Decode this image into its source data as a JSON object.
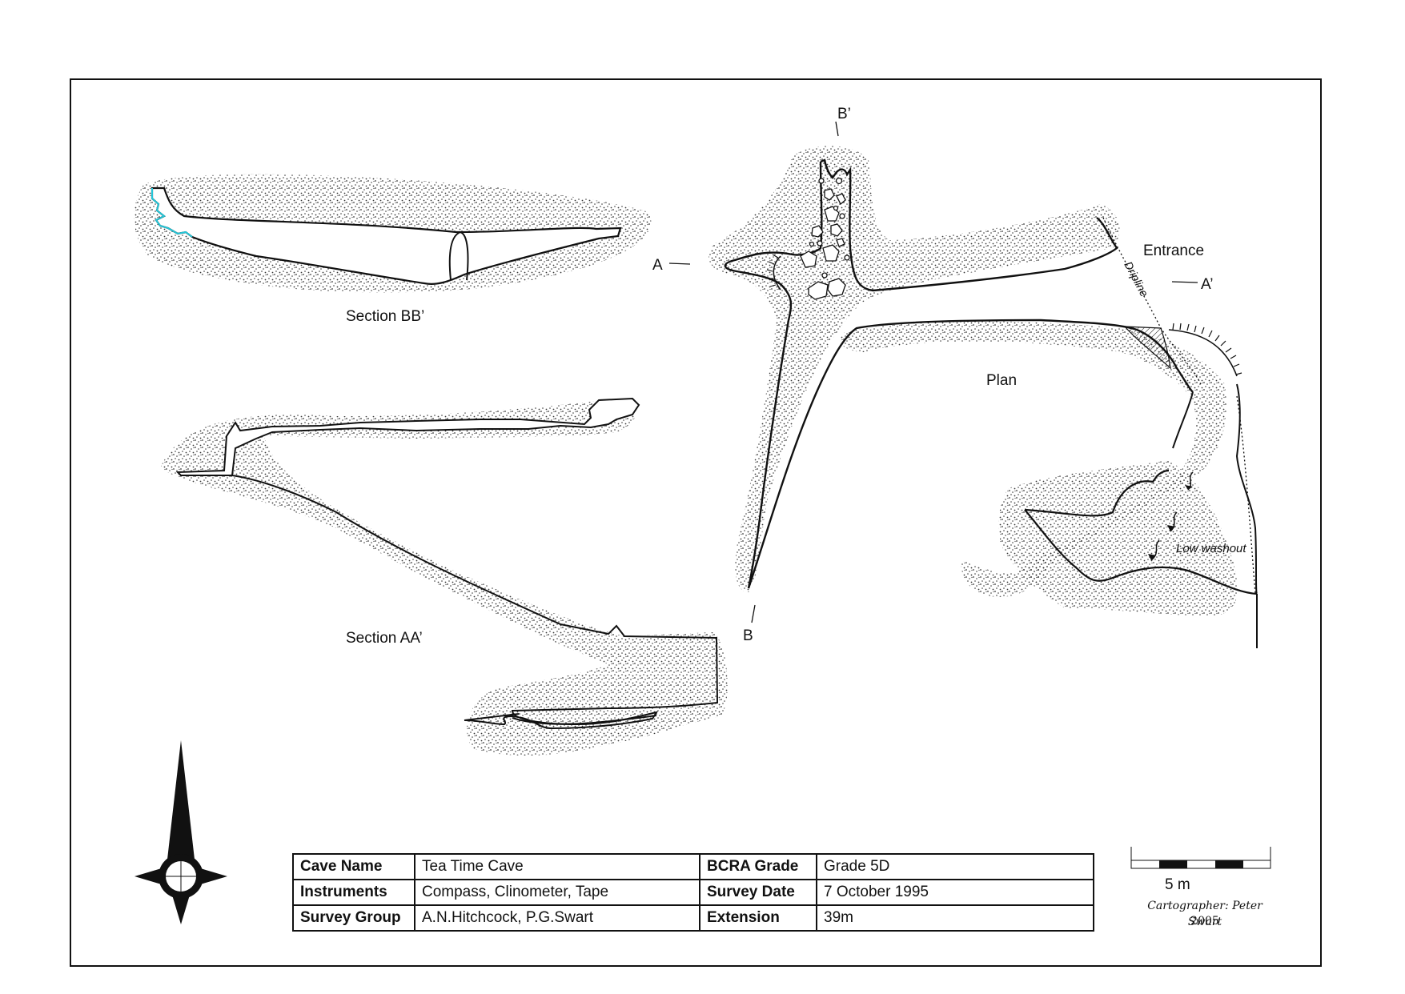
{
  "labels": {
    "section_bb": "Section BB’",
    "section_aa": "Section AA’",
    "plan": "Plan",
    "entrance": "Entrance",
    "dripline": "Dripline",
    "low_washout": "Low washout",
    "a": "A",
    "a_prime": "A’",
    "b": "B",
    "b_prime": "B’"
  },
  "info_table": {
    "cave_name_label": "Cave Name",
    "cave_name": "Tea Time Cave",
    "instruments_label": "Instruments",
    "instruments": "Compass, Clinometer, Tape",
    "survey_group_label": "Survey Group",
    "survey_group": "A.N.Hitchcock, P.G.Swart",
    "bcra_label": "BCRA Grade",
    "bcra": "Grade 5D",
    "survey_date_label": "Survey Date",
    "survey_date": "7 October 1995",
    "extension_label": "Extension",
    "extension": "39m"
  },
  "scale_bar": {
    "label": "5 m"
  },
  "credits": {
    "cartographer": "Cartographer: Peter Swart",
    "year": "2005"
  },
  "colors": {
    "ink": "#111111",
    "water_edge": "#25c6d8"
  },
  "icons": {
    "north": "compass-rose-icon"
  }
}
